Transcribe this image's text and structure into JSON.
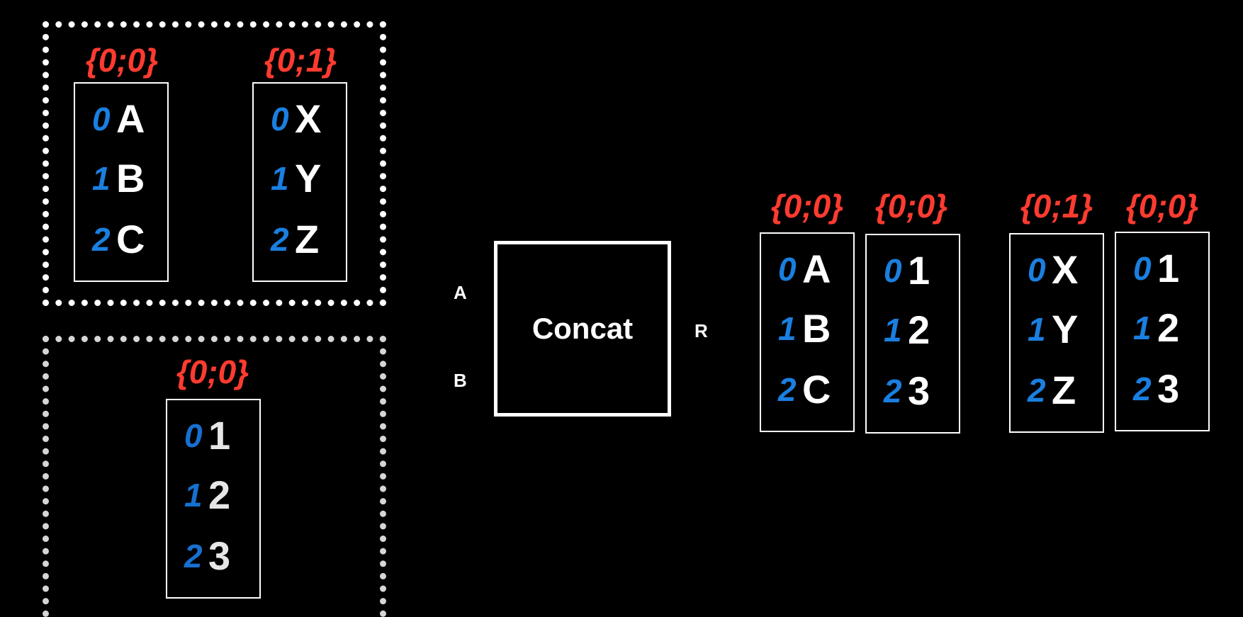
{
  "inputs": {
    "a": {
      "columns": [
        {
          "key": "{0;0}",
          "rows": [
            {
              "index": "0",
              "value": "A"
            },
            {
              "index": "1",
              "value": "B"
            },
            {
              "index": "2",
              "value": "C"
            }
          ]
        },
        {
          "key": "{0;1}",
          "rows": [
            {
              "index": "0",
              "value": "X"
            },
            {
              "index": "1",
              "value": "Y"
            },
            {
              "index": "2",
              "value": "Z"
            }
          ]
        }
      ]
    },
    "b": {
      "columns": [
        {
          "key": "{0;0}",
          "rows": [
            {
              "index": "0",
              "value": "1"
            },
            {
              "index": "1",
              "value": "2"
            },
            {
              "index": "2",
              "value": "3"
            }
          ]
        }
      ]
    }
  },
  "node": {
    "label": "Concat",
    "port_a": "A",
    "port_b": "B",
    "port_r": "R"
  },
  "output": {
    "columns": [
      {
        "key": "{0;0}",
        "rows": [
          {
            "index": "0",
            "value": "A"
          },
          {
            "index": "1",
            "value": "B"
          },
          {
            "index": "2",
            "value": "C"
          }
        ]
      },
      {
        "key": "{0;0}",
        "rows": [
          {
            "index": "0",
            "value": "1"
          },
          {
            "index": "1",
            "value": "2"
          },
          {
            "index": "2",
            "value": "3"
          }
        ]
      },
      {
        "key": "{0;1}",
        "rows": [
          {
            "index": "0",
            "value": "X"
          },
          {
            "index": "1",
            "value": "Y"
          },
          {
            "index": "2",
            "value": "Z"
          }
        ]
      },
      {
        "key": "{0;0}",
        "rows": [
          {
            "index": "0",
            "value": "1"
          },
          {
            "index": "1",
            "value": "2"
          },
          {
            "index": "2",
            "value": "3"
          }
        ]
      }
    ]
  },
  "colors": {
    "key": "#ff3b30",
    "index": "#1a7fe0",
    "value": "#ffffff",
    "background": "#000000"
  }
}
